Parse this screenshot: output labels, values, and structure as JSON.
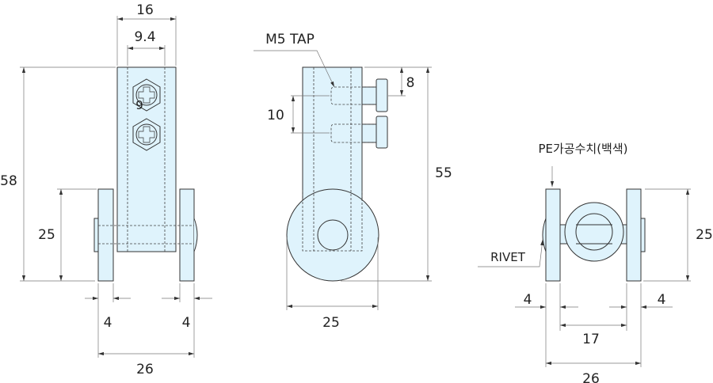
{
  "front_view": {
    "width_outer": "16",
    "width_inner": "9.4",
    "height_total": "58",
    "plate_height": "25",
    "plate_left": "4",
    "plate_right": "4",
    "overall_width": "26",
    "screw_label": "9"
  },
  "side_view": {
    "tap_label": "M5 TAP",
    "tap_offset": "8",
    "tap_pitch": "10",
    "height": "55",
    "wheel_dia": "25"
  },
  "end_view": {
    "pe_label": "PE가공수치(백색)",
    "rivet_label": "RIVET",
    "plate_height": "25",
    "plate_left": "4",
    "plate_right": "4",
    "inner_gap": "17",
    "overall_width": "26"
  },
  "colors": {
    "part_fill": "#dff3fc"
  }
}
